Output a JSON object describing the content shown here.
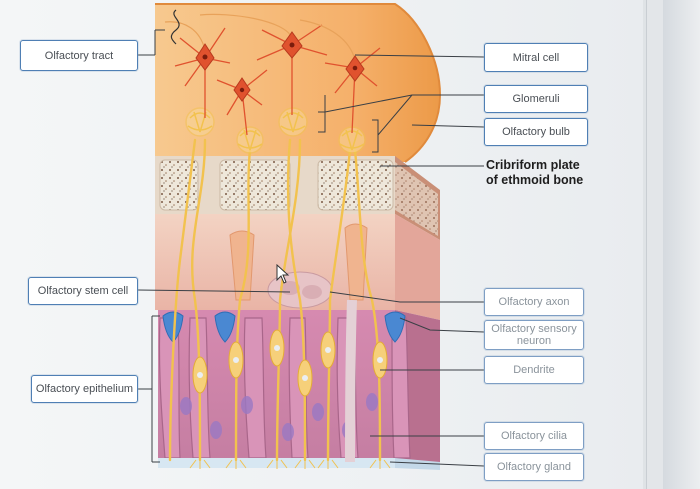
{
  "labels": {
    "olfactory_tract": "Olfactory tract",
    "mitral_cell": "Mitral cell",
    "glomeruli": "Glomeruli",
    "olfactory_bulb": "Olfactory bulb",
    "cribriform_line1": "Cribriform plate",
    "cribriform_line2": "of ethmoid bone",
    "olfactory_stem_cell": "Olfactory stem cell",
    "olfactory_axon": "Olfactory axon",
    "sensory_neuron_line1": "Olfactory sensory",
    "sensory_neuron_line2": "neuron",
    "dendrite": "Dendrite",
    "olfactory_epithelium": "Olfactory epithelium",
    "olfactory_cilia": "Olfactory cilia",
    "olfactory_gland": "Olfactory gland"
  },
  "colors": {
    "box_border": "#4f7fb4",
    "bulb": "#f3a661",
    "nerve": "#f2c24e",
    "mitral": "#e0522e",
    "epithelium": "#c77fa6"
  },
  "icons": [
    "mouse-pointer-icon"
  ]
}
